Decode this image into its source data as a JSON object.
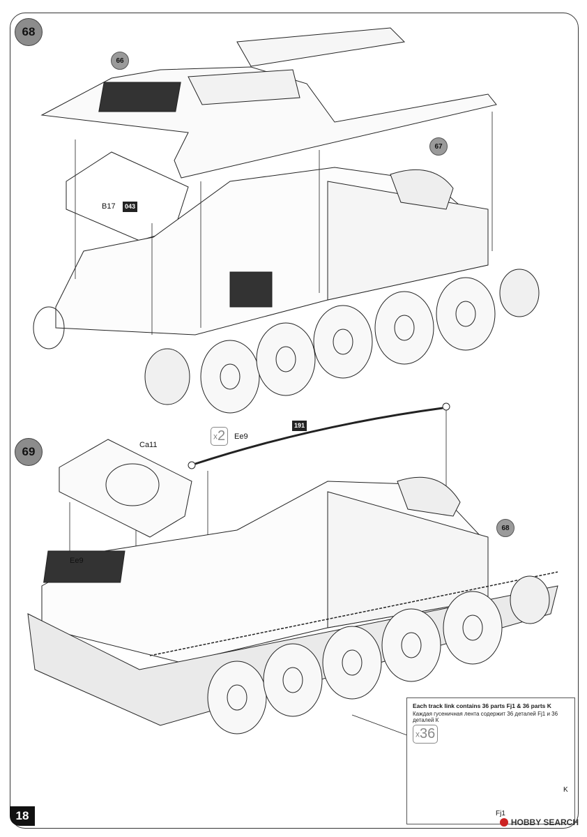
{
  "page_number": "18",
  "steps": [
    {
      "number": "68"
    },
    {
      "number": "69"
    }
  ],
  "callouts": {
    "hull_top": "66",
    "exhaust_cover": "67",
    "completed_step": "68"
  },
  "parts": {
    "b17": "B17",
    "b17_code": "043",
    "ca11": "Ca11",
    "ee9_top": "Ee9",
    "ee9_left": "Ee9",
    "cable_code": "191"
  },
  "quantity": {
    "prefix": "x",
    "cable_count": "2",
    "track_count": "36"
  },
  "track_inset": {
    "line_en": "Each track link contains 36 parts Fj1 & 36 parts K",
    "line_ru": "Каждая гусеничная лента содержит 36 деталей Fj1 и 36 деталей К",
    "part_fj1": "Fj1",
    "part_k": "K"
  },
  "watermark": "HOBBY SEARCH"
}
